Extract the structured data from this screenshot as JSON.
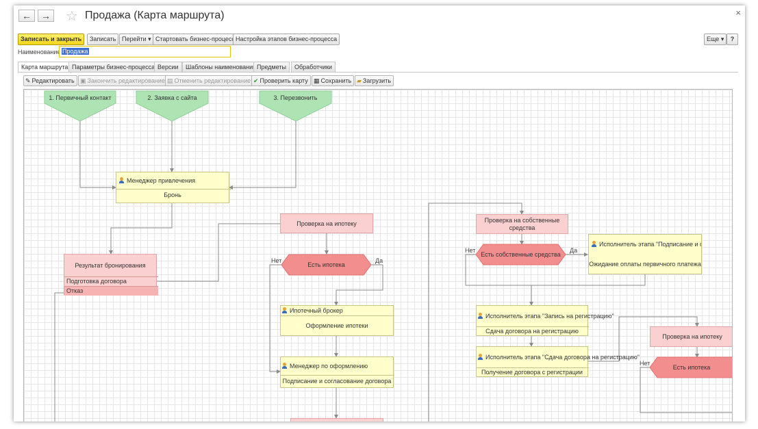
{
  "window": {
    "title": "Продажа (Карта маршрута)",
    "back_icon": "←",
    "forward_icon": "→",
    "star_icon": "☆",
    "close_icon": "×"
  },
  "toolbar": {
    "save_close": "Записать и закрыть",
    "save": "Записать",
    "goto": "Перейти ▾",
    "start_process": "Стартовать бизнес-процесс",
    "stage_settings": "Настройка этапов бизнес-процесса",
    "more": "Еще ▾",
    "help": "?"
  },
  "name_field": {
    "label": "Наименование:",
    "value": "Продажа"
  },
  "tabs": [
    "Карта маршрута",
    "Параметры бизнес-процесса",
    "Версии",
    "Шаблоны наименований",
    "Предметы",
    "Обработчики"
  ],
  "map_toolbar": {
    "edit": "Редактировать",
    "finish_edit": "Закончить редактирование",
    "cancel_edit": "Отменить редактирование",
    "check_map": "Проверить карту",
    "save": "Сохранить",
    "load": "Загрузить"
  },
  "diagram": {
    "start_points": [
      "1. Первичный контакт",
      "2. Заявка с сайта",
      "3. Перезвонить"
    ],
    "manager_attraction": {
      "role": "Менеджер привлечения",
      "task": "Бронь"
    },
    "booking_result": {
      "title": "Результат бронирования",
      "option1": "Подготовка договора",
      "option2": "Отказ"
    },
    "mortgage_check_1": "Проверка на ипотеку",
    "has_mortgage_1": "Есть ипотека",
    "no_label": "Нет",
    "yes_label": "Да",
    "mortgage_broker": {
      "role": "Ипотечный брокер",
      "task": "Оформление ипотеки"
    },
    "registration_manager": {
      "role": "Менеджер по оформлению",
      "task": "Подписание и согласование договора"
    },
    "own_funds_check": "Проверка на собственные средства",
    "has_own_funds": "Есть собственные средства",
    "sign_executor": {
      "role": "Исполнитель этапа \"Подписание и согласование до",
      "task": "Ожидание оплаты первичного платежа"
    },
    "reg_executor": {
      "role": "Исполнитель этапа \"Запись на регистрацию\"",
      "task": "Сдача договора на регистрацию"
    },
    "handover_executor": {
      "role": "Исполнитель этапа \"Сдача договора на регистрацию\"",
      "task": "Получение договора с регистрации"
    },
    "mortgage_check_2": "Проверка на ипотеку",
    "has_mortgage_2": "Есть ипотека"
  }
}
